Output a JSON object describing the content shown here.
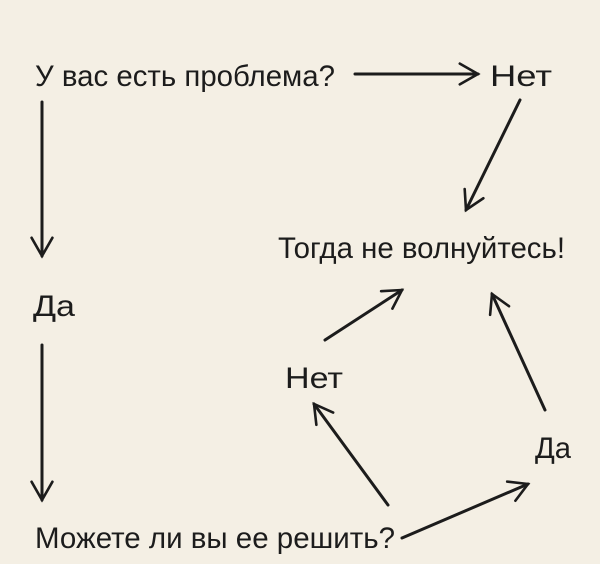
{
  "nodes": {
    "question": "У вас есть проблема?",
    "no_top": "Нет",
    "dont_worry": "Тогда не волнуйтесь!",
    "yes_left": "Да",
    "can_solve": "Можете ли вы ее решить?",
    "yes_right": "Да",
    "no_middle": "Нет"
  },
  "colors": {
    "background": "#f4efe4",
    "ink": "#1c1c1c"
  }
}
